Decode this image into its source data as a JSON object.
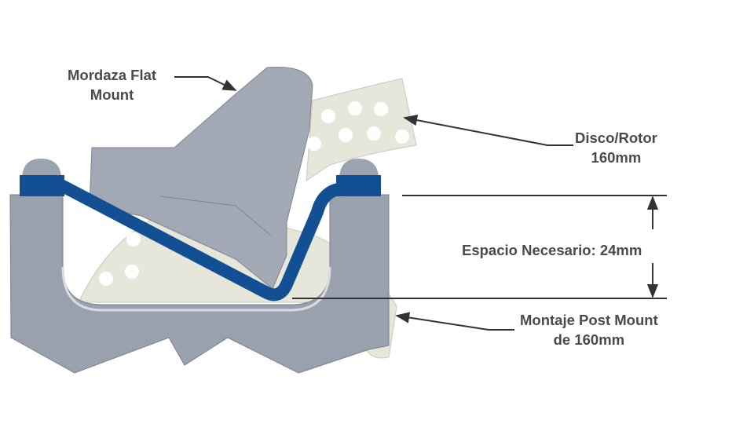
{
  "labels": {
    "caliper_line1": "Mordaza Flat",
    "caliper_line2": "Mount",
    "rotor_line1": "Disco/Rotor",
    "rotor_line2": "160mm",
    "clearance": "Espacio Necesario: 24mm",
    "adapter_line1": "Montaje Post Mount",
    "adapter_line2": "de 160mm"
  },
  "colors": {
    "caliper": "#a2a8b4",
    "adapter": "#9aa1ae",
    "bracket": "#134f93",
    "rotor": "#e6e6da",
    "text": "#4a4a4a"
  }
}
